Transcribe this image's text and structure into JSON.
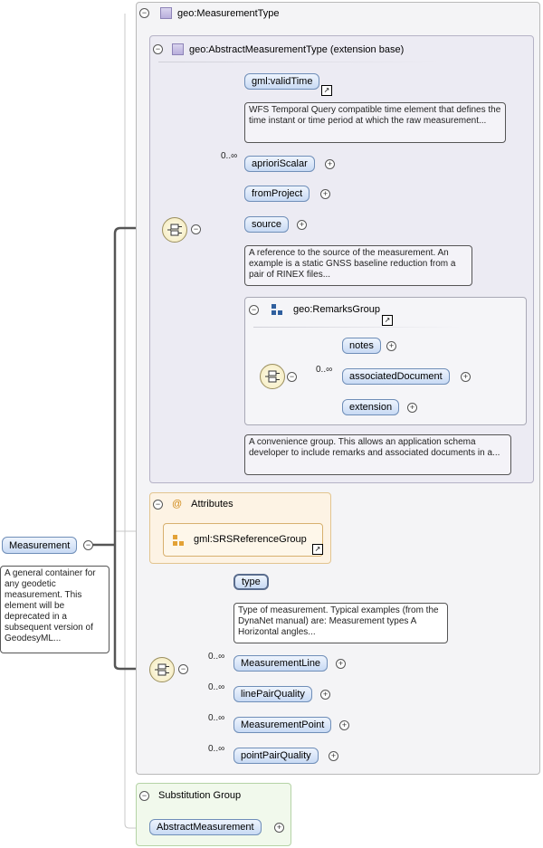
{
  "measurement_type": {
    "title": "geo:MeasurementType"
  },
  "abstract_type": {
    "title": "geo:AbstractMeasurementType (extension base)"
  },
  "elements": {
    "valid_time": "gml:validTime",
    "valid_time_note": "WFS Temporal Query compatible time element that defines the time instant or time period at which the raw measurement...",
    "apriori_occ": "0..∞",
    "apriori_scalar": "aprioriScalar",
    "from_project": "fromProject",
    "source": "source",
    "source_note": "A reference to the source of the measurement. An example is a static GNSS baseline reduction from a pair of RINEX files..."
  },
  "remarks_group": {
    "title": "geo:RemarksGroup",
    "notes": "notes",
    "assoc_occ": "0..∞",
    "associated_document": "associatedDocument",
    "extension": "extension",
    "note": "A convenience group. This allows an application schema developer to include remarks and associated documents in a..."
  },
  "attributes": {
    "title": "Attributes",
    "at_symbol": "@",
    "srs_group": "gml:SRSReferenceGroup"
  },
  "root": {
    "label": "Measurement",
    "note": "A general container for any geodetic measurement. This element will be deprecated in a subsequent version of GeodesyML..."
  },
  "sequence2": {
    "type": "type",
    "type_note": "Type of measurement. Typical examples (from the DynaNet manual) are: Measurement types A Horizontal angles...",
    "occ1": "0..∞",
    "measurement_line": "MeasurementLine",
    "occ2": "0..∞",
    "line_pair_quality": "linePairQuality",
    "occ3": "0..∞",
    "measurement_point": "MeasurementPoint",
    "occ4": "0..∞",
    "point_pair_quality": "pointPairQuality"
  },
  "substitution": {
    "title": "Substitution Group",
    "abstract_measurement": "AbstractMeasurement"
  },
  "symbols": {
    "collapse": "−",
    "expand": "+",
    "link": "↗"
  },
  "colors": {
    "element_border": "#6f8eb8",
    "element_fill": "#c8daf4",
    "sequence_fill": "#f3e8b8",
    "attr_fill": "#fdf3e4",
    "subst_fill": "#f1f9ec"
  }
}
